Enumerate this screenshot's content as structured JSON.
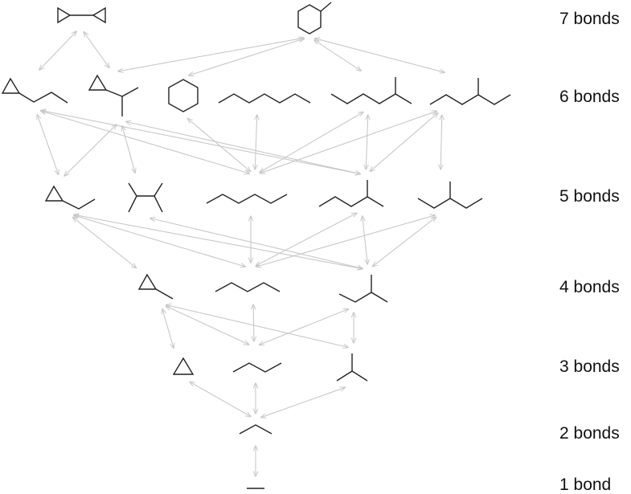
{
  "levels": [
    {
      "key": "l7",
      "label": "7 bonds"
    },
    {
      "key": "l6",
      "label": "6 bonds"
    },
    {
      "key": "l5",
      "label": "5 bonds"
    },
    {
      "key": "l4",
      "label": "4 bonds"
    },
    {
      "key": "l3",
      "label": "3 bonds"
    },
    {
      "key": "l2",
      "label": "2 bonds"
    },
    {
      "key": "l1",
      "label": "1 bond"
    }
  ],
  "colors": {
    "bond_stroke": "#222222",
    "arrow_stroke": "#c8c8c8",
    "label_text": "#111111"
  },
  "molecules": [
    {
      "id": "bicyclopropyl",
      "level": 7
    },
    {
      "id": "methylcyclohexane",
      "level": 7
    },
    {
      "id": "propylcyclopropane",
      "level": 6
    },
    {
      "id": "isopropylcyclopropane",
      "level": 6
    },
    {
      "id": "cyclohexane",
      "level": 6
    },
    {
      "id": "heptane",
      "level": 6
    },
    {
      "id": "2-methylhexane",
      "level": 6
    },
    {
      "id": "3-methylhexane",
      "level": 6
    },
    {
      "id": "ethylcyclopropane",
      "level": 5
    },
    {
      "id": "2-3-dimethylbutane",
      "level": 5
    },
    {
      "id": "hexane",
      "level": 5
    },
    {
      "id": "2-methylpentane",
      "level": 5
    },
    {
      "id": "3-methylpentane",
      "level": 5
    },
    {
      "id": "methylcyclopropane",
      "level": 4
    },
    {
      "id": "pentane",
      "level": 4
    },
    {
      "id": "2-methylbutane",
      "level": 4
    },
    {
      "id": "cyclopropane",
      "level": 3
    },
    {
      "id": "butane",
      "level": 3
    },
    {
      "id": "isobutane",
      "level": 3
    },
    {
      "id": "propane",
      "level": 2
    },
    {
      "id": "ethane",
      "level": 1
    }
  ],
  "edges": [
    [
      "bicyclopropyl",
      "propylcyclopropane"
    ],
    [
      "bicyclopropyl",
      "isopropylcyclopropane"
    ],
    [
      "methylcyclohexane",
      "isopropylcyclopropane"
    ],
    [
      "methylcyclohexane",
      "cyclohexane"
    ],
    [
      "methylcyclohexane",
      "2-methylhexane"
    ],
    [
      "methylcyclohexane",
      "3-methylhexane"
    ],
    [
      "propylcyclopropane",
      "ethylcyclopropane"
    ],
    [
      "propylcyclopropane",
      "hexane"
    ],
    [
      "propylcyclopropane",
      "2-methylpentane"
    ],
    [
      "isopropylcyclopropane",
      "ethylcyclopropane"
    ],
    [
      "isopropylcyclopropane",
      "2-3-dimethylbutane"
    ],
    [
      "isopropylcyclopropane",
      "2-methylpentane"
    ],
    [
      "cyclohexane",
      "hexane"
    ],
    [
      "heptane",
      "hexane"
    ],
    [
      "2-methylhexane",
      "hexane"
    ],
    [
      "2-methylhexane",
      "2-methylpentane"
    ],
    [
      "3-methylhexane",
      "hexane"
    ],
    [
      "3-methylhexane",
      "2-methylpentane"
    ],
    [
      "3-methylhexane",
      "3-methylpentane"
    ],
    [
      "ethylcyclopropane",
      "methylcyclopropane"
    ],
    [
      "ethylcyclopropane",
      "pentane"
    ],
    [
      "ethylcyclopropane",
      "2-methylbutane"
    ],
    [
      "2-3-dimethylbutane",
      "2-methylbutane"
    ],
    [
      "hexane",
      "pentane"
    ],
    [
      "2-methylpentane",
      "pentane"
    ],
    [
      "2-methylpentane",
      "2-methylbutane"
    ],
    [
      "3-methylpentane",
      "pentane"
    ],
    [
      "3-methylpentane",
      "2-methylbutane"
    ],
    [
      "methylcyclopropane",
      "butane"
    ],
    [
      "methylcyclopropane",
      "cyclopropane"
    ],
    [
      "methylcyclopropane",
      "isobutane"
    ],
    [
      "pentane",
      "butane"
    ],
    [
      "2-methylbutane",
      "butane"
    ],
    [
      "2-methylbutane",
      "isobutane"
    ],
    [
      "cyclopropane",
      "propane"
    ],
    [
      "butane",
      "propane"
    ],
    [
      "isobutane",
      "propane"
    ],
    [
      "propane",
      "ethane"
    ]
  ]
}
